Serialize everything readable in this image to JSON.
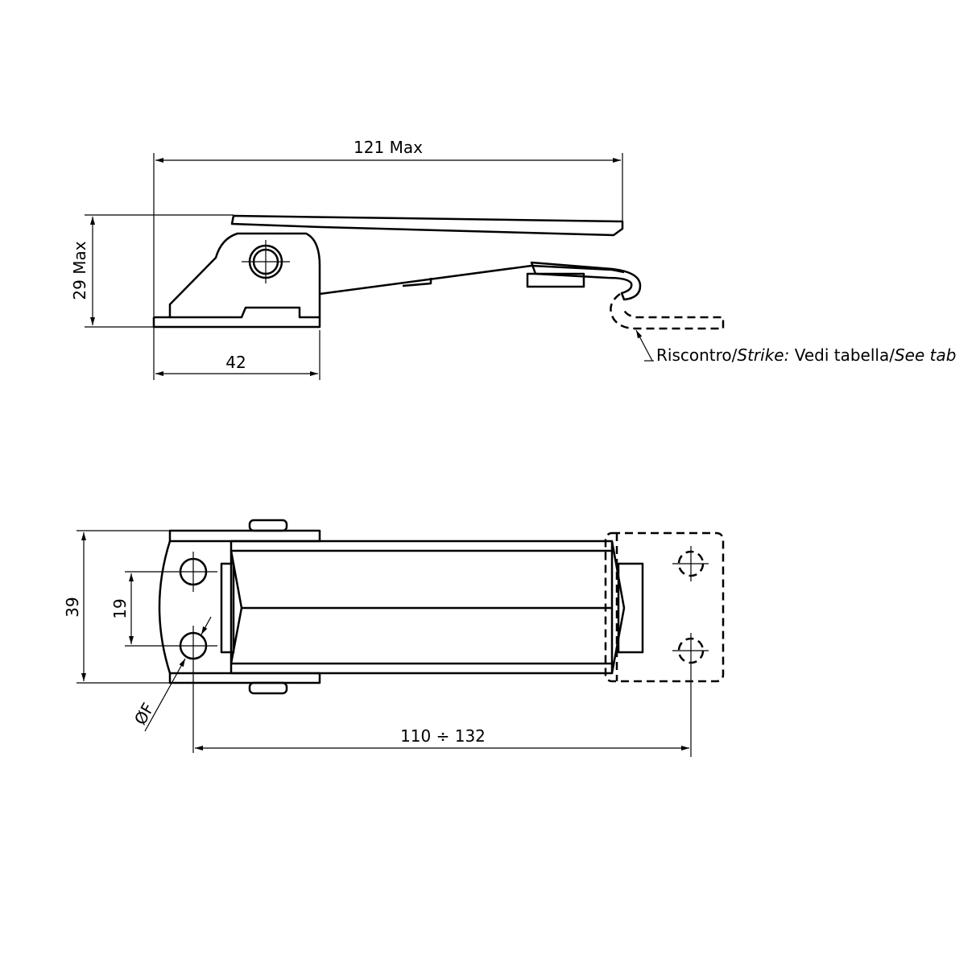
{
  "side_view": {
    "overall_length": "121 Max",
    "height": "29 Max",
    "base_length": "42",
    "strike_note": {
      "it1": "Riscontro/",
      "en1": "Strike:",
      "it2": " Vedi tabella/",
      "en2": "See tab"
    }
  },
  "top_view": {
    "width": "39",
    "hole_spacing": "19",
    "hole_diameter": "ØF",
    "center_distance": "110 ÷ 132"
  }
}
